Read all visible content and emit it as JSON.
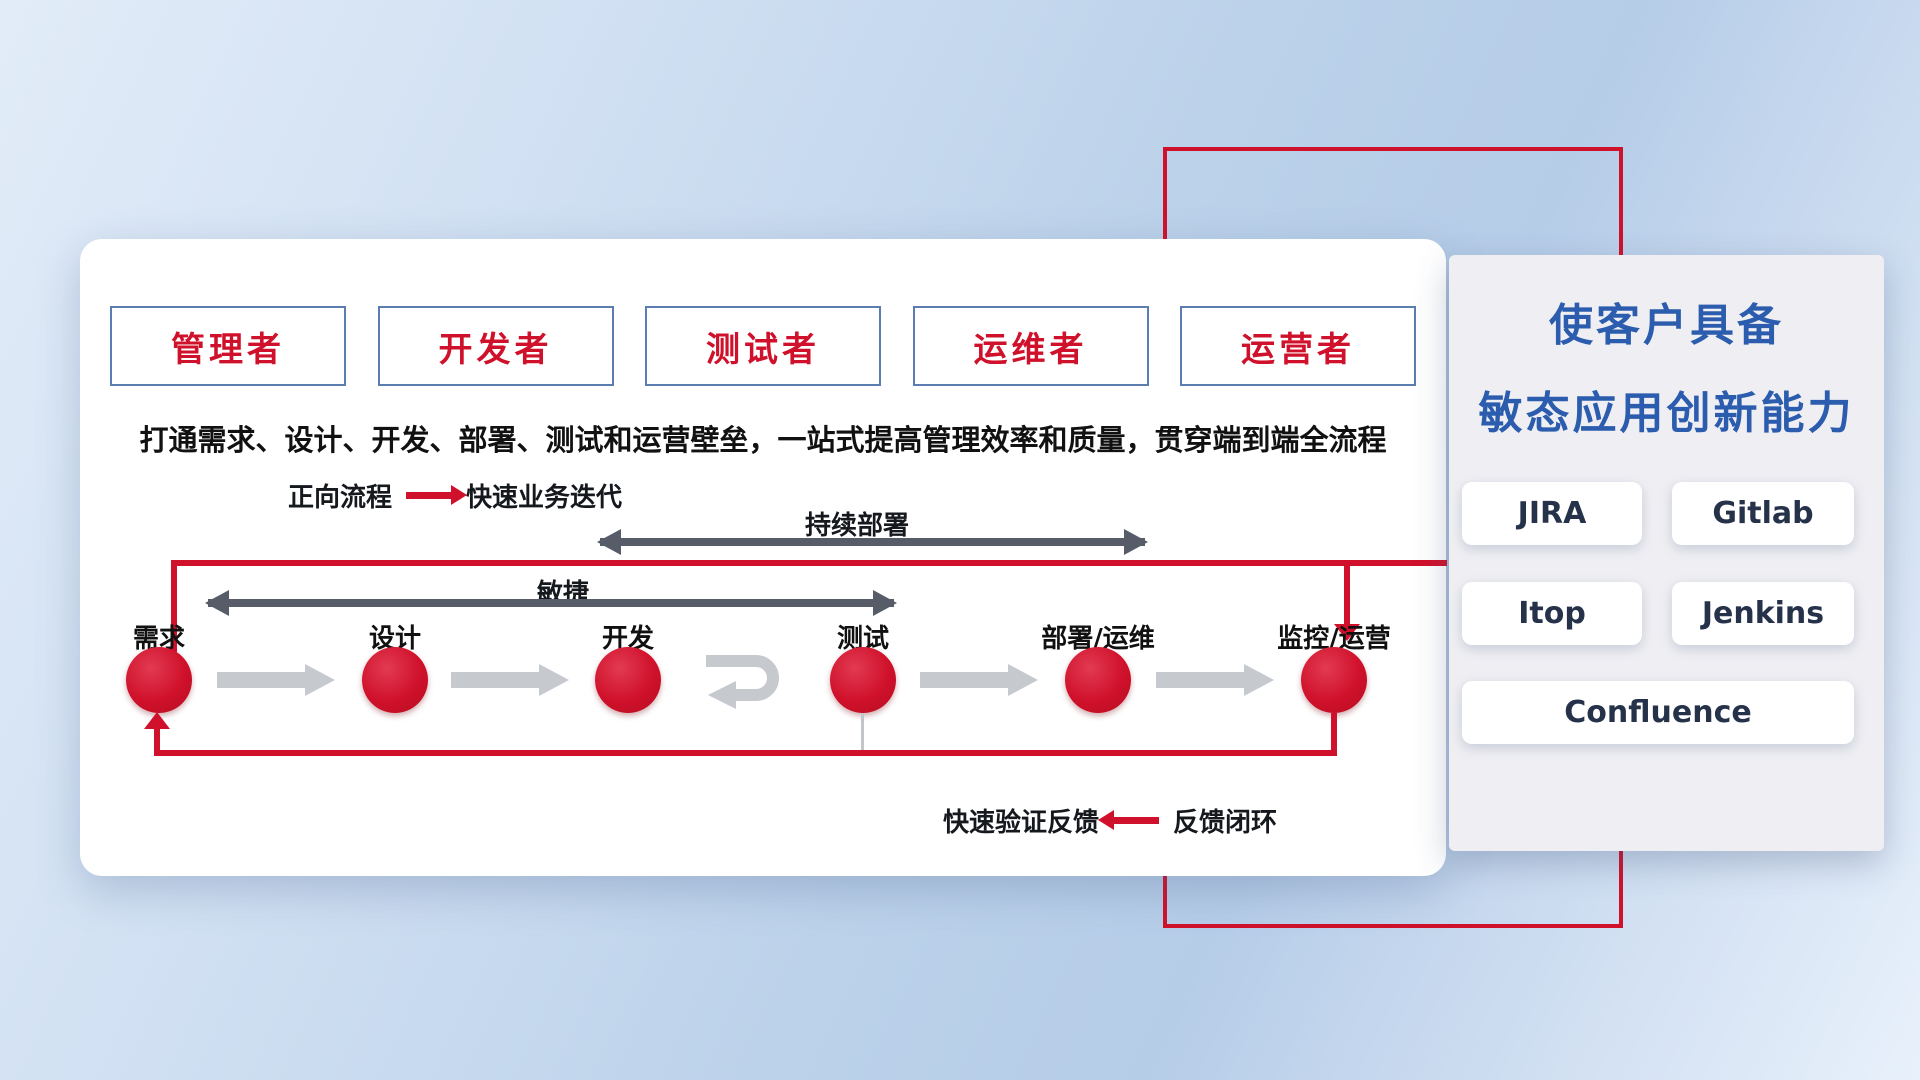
{
  "roles": [
    {
      "label": "管理者"
    },
    {
      "label": "开发者"
    },
    {
      "label": "测试者"
    },
    {
      "label": "运维者"
    },
    {
      "label": "运营者"
    }
  ],
  "subtitle": "打通需求、设计、开发、部署、测试和运营壁垒，一站式提高管理效率和质量，贯穿端到端全流程",
  "legend": {
    "forward_label": "正向流程",
    "forward_desc": "快速业务迭代",
    "feedback_desc": "快速验证反馈",
    "feedback_label": "反馈闭环"
  },
  "spans": {
    "agile": "敏捷",
    "continuous_deploy": "持续部署"
  },
  "flow_nodes": [
    {
      "label": "需求"
    },
    {
      "label": "设计"
    },
    {
      "label": "开发"
    },
    {
      "label": "测试"
    },
    {
      "label": "部署/运维"
    },
    {
      "label": "监控/运营"
    }
  ],
  "right_panel": {
    "title_line1": "使客户具备",
    "title_line2": "敏态应用创新能力",
    "tools": [
      {
        "name": "JIRA"
      },
      {
        "name": "Gitlab"
      },
      {
        "name": "Itop"
      },
      {
        "name": "Jenkins"
      },
      {
        "name": "Confluence"
      }
    ]
  },
  "colors": {
    "accent_red": "#d0112b",
    "title_blue": "#2b5cad",
    "dark_arrow": "#565c68",
    "gray_arrow": "#c6c9ce",
    "role_border": "#5b7db1"
  }
}
